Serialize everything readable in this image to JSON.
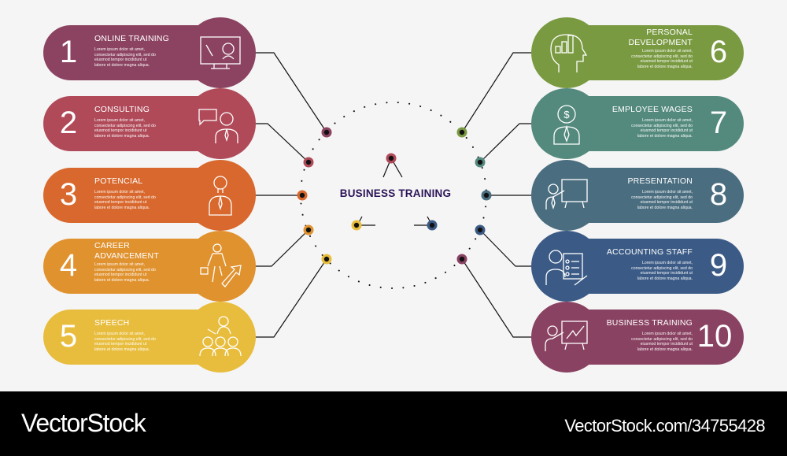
{
  "center": {
    "title": "BUSINESS TRAINING"
  },
  "lorem": "Lorem ipsum dolor sit amet, consectetur adipiscing elit, sed do eiusmod tempor incididunt ut labore et dolore magna aliqua.",
  "items": [
    {
      "number": "1",
      "title": "ONLINE TRAINING",
      "description": "Lorem ipsum dolor sit amet, consectetur adipiscing elit, sed do eiusmod tempor incididunt ut labore et dolore magna aliqua.",
      "icon": "online-training-icon",
      "color": "#8c4361"
    },
    {
      "number": "2",
      "title": "CONSULTING",
      "description": "Lorem ipsum dolor sit amet, consectetur adipiscing elit, sed do eiusmod tempor incididunt ut labore et dolore magna aliqua.",
      "icon": "consulting-icon",
      "color": "#b04a59"
    },
    {
      "number": "3",
      "title": "POTENCIAL",
      "description": "Lorem ipsum dolor sit amet, consectetur adipiscing elit, sed do eiusmod tempor incididunt ut labore et dolore magna aliqua.",
      "icon": "lightbulb-person-icon",
      "color": "#d8682d"
    },
    {
      "number": "4",
      "title": "CAREER ADVANCEMENT",
      "description": "Lorem ipsum dolor sit amet, consectetur adipiscing elit, sed do eiusmod tempor incididunt ut labore et dolore magna aliqua.",
      "icon": "career-arrow-icon",
      "color": "#e0922f"
    },
    {
      "number": "5",
      "title": "SPEECH",
      "description": "Lorem ipsum dolor sit amet, consectetur adipiscing elit, sed do eiusmod tempor incididunt ut labore et dolore magna aliqua.",
      "icon": "speech-audience-icon",
      "color": "#e8bd3d"
    },
    {
      "number": "6",
      "title": "PERSONAL DEVELOPMENT",
      "description": "Lorem ipsum dolor sit amet, consectetur adipiscing elit, sed do eiusmod tempor incididunt ut labore et dolore magna aliqua.",
      "icon": "head-growth-icon",
      "color": "#7a9a42"
    },
    {
      "number": "7",
      "title": "EMPLOYEE WAGES",
      "description": "Lorem ipsum dolor sit amet, consectetur adipiscing elit, sed do eiusmod tempor incididunt ut labore et dolore magna aliqua.",
      "icon": "employee-dollar-icon",
      "color": "#548a7d"
    },
    {
      "number": "8",
      "title": "PRESENTATION",
      "description": "Lorem ipsum dolor sit amet, consectetur adipiscing elit, sed do eiusmod tempor incididunt ut labore et dolore magna aliqua.",
      "icon": "presentation-board-icon",
      "color": "#4a6e80"
    },
    {
      "number": "9",
      "title": "ACCOUNTING STAFF",
      "description": "Lorem ipsum dolor sit amet, consectetur adipiscing elit, sed do eiusmod tempor incididunt ut labore et dolore magna aliqua.",
      "icon": "accounting-checklist-icon",
      "color": "#3b5b86"
    },
    {
      "number": "10",
      "title": "BUSINESS TRAINING",
      "description": "Lorem ipsum dolor sit amet, consectetur adipiscing elit, sed do eiusmod tempor incididunt ut labore et dolore magna aliqua.",
      "icon": "business-chart-icon",
      "color": "#8a4262"
    }
  ],
  "footer": {
    "brand": "VectorStock",
    "url": "VectorStock.com/34755428"
  }
}
